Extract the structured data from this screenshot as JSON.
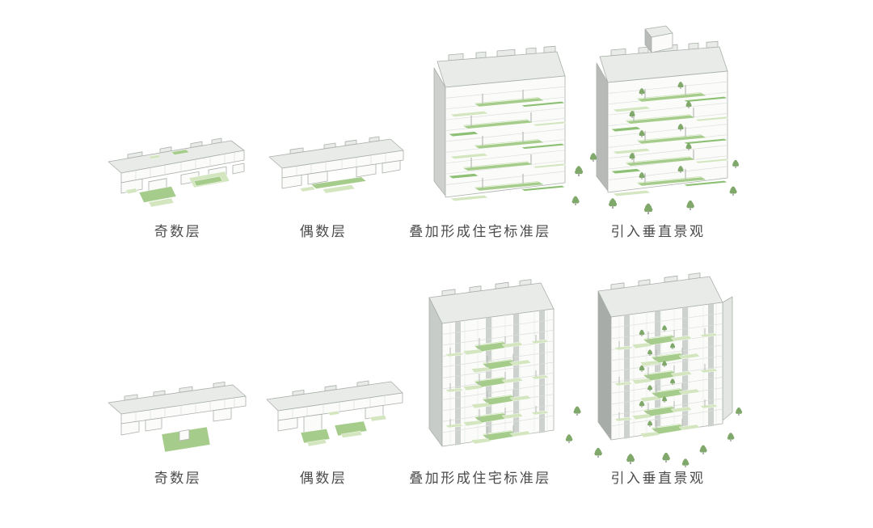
{
  "rows": [
    {
      "captions": [
        "奇数层",
        "偶数层",
        "叠加形成住宅标准层",
        "引入垂直景观"
      ]
    },
    {
      "captions": [
        "奇数层",
        "偶数层",
        "叠加形成住宅标准层",
        "引入垂直景观"
      ]
    }
  ],
  "colors": {
    "background": "#ffffff",
    "text": "#4c4c4c",
    "roof": "#e9ebe8",
    "facade": "#fbfcfa",
    "floor-line": "#dcdfdc",
    "side": "#cdd0cd",
    "side-dark": "#a8aca8",
    "pilaster": "#ced2ce",
    "green-light": "#d3e6c0",
    "green-mid": "#a6cc8b",
    "green-deep": "#8dbf74",
    "tree": "#7fa86a",
    "trunk": "#8e9187"
  }
}
